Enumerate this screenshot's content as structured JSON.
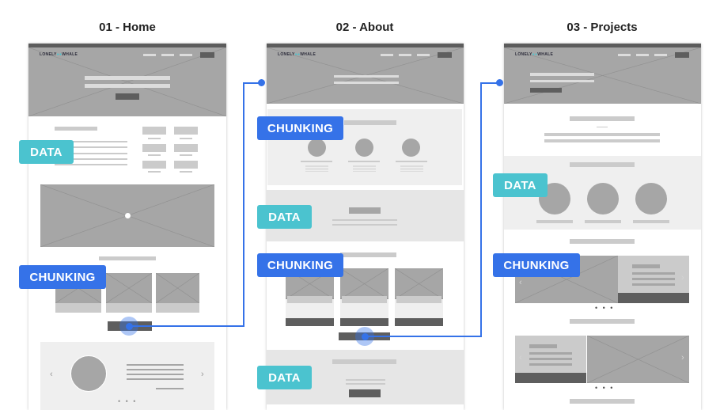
{
  "pages": [
    {
      "title": "01 - Home"
    },
    {
      "title": "02 - About"
    },
    {
      "title": "03 - Projects"
    }
  ],
  "logo": {
    "left": "LONELY",
    "mid": "●●",
    "right": "WHALE"
  },
  "annotations": {
    "data": "DATA",
    "chunking": "CHUNKING"
  },
  "carousel": {
    "prev": "‹",
    "next": "›",
    "dots": "• • •"
  },
  "colors": {
    "data_badge": "#4bc3cf",
    "chunking_badge": "#3572e8",
    "connector": "#3572e8",
    "wireframe_gray": "#a6a6a6"
  }
}
